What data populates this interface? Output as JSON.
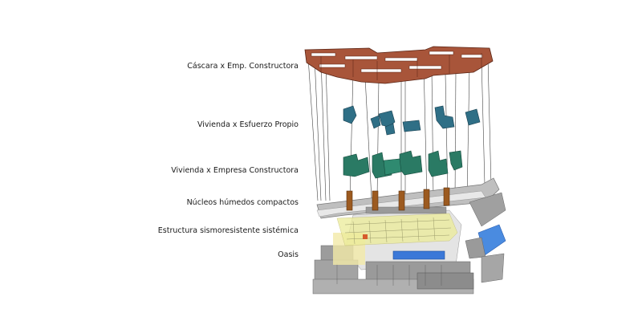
{
  "diagram": {
    "layers": [
      {
        "id": "cascara",
        "label": "Cáscara x Emp. Constructora",
        "color": "#9a4a2c"
      },
      {
        "id": "vivienda-esfuerzo",
        "label": "Vivienda x Esfuerzo Propio",
        "color": "#2f6f86"
      },
      {
        "id": "vivienda-empresa",
        "label": "Vivienda x Empresa Constructora",
        "color": "#2a7a64"
      },
      {
        "id": "nucleos",
        "label": "Núcleos húmedos compactos",
        "color": "#9c5a20"
      },
      {
        "id": "estructura",
        "label": "Estructura sismoresistente sistémica",
        "color": "#d7d08a"
      },
      {
        "id": "oasis",
        "label": "Oasis",
        "color": "#3b78d8"
      }
    ]
  }
}
